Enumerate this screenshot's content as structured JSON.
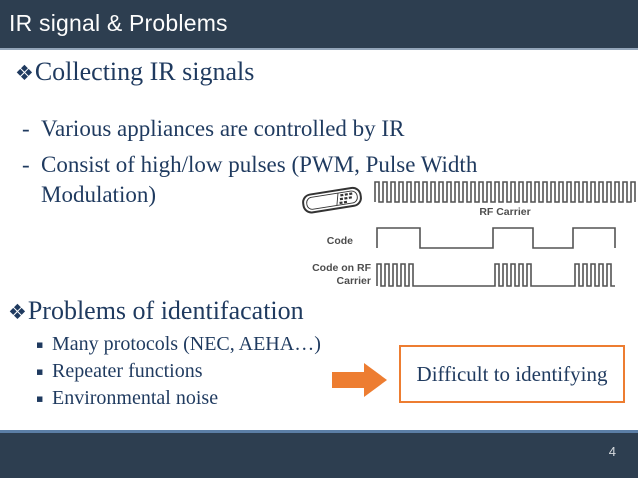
{
  "slide": {
    "title": "IR signal & Problems",
    "page_number": "4"
  },
  "glyphs": {
    "section_bullet": "❖",
    "dash_bullet": "-",
    "square_bullet": "▪"
  },
  "colors": {
    "header_navy": "#2d3e50",
    "body_text": "#1f3a5f",
    "accent_orange": "#ed7d31"
  },
  "sections": {
    "collecting": {
      "heading": "Collecting IR signals",
      "items": [
        "Various appliances are controlled by IR",
        "Consist of high/low pulses (PWM, Pulse Width Modulation)"
      ]
    },
    "problems": {
      "heading": "Problems of identifacation",
      "items": [
        "Many protocols (NEC, AEHA…)",
        "Repeater functions",
        "Environmental noise"
      ]
    }
  },
  "diagram": {
    "remote_icon": "remote-control-icon",
    "labels": {
      "rf_carrier": "RF Carrier",
      "code": "Code",
      "code_on_rf_line1": "Code on RF",
      "code_on_rf_line2": "Carrier"
    }
  },
  "callout": {
    "text": "Difficult to identifying"
  }
}
